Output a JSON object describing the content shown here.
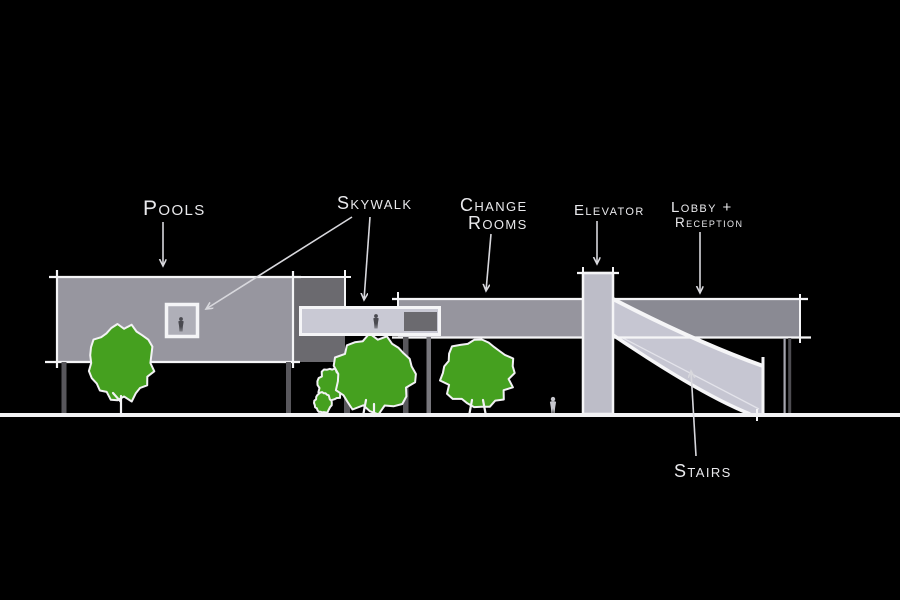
{
  "diagram": {
    "title": "building-elevation-sketch",
    "labels": {
      "pools": "Pools",
      "skywalk": "Skywalk",
      "change_rooms_line1": "Change",
      "change_rooms_line2": "Rooms",
      "elevator": "Elevator",
      "lobby_line1": "Lobby +",
      "lobby_line2": "Reception",
      "stairs": "Stairs"
    },
    "colors": {
      "background": "#000000",
      "building_mid_gray": "#97969f",
      "building_dark_gray": "#6b6a6f",
      "building_light_gray": "#c7c7d2",
      "lobby_section_gray": "#8a8a93",
      "elevator_gray": "#bdbdc8",
      "window_box_gray": "#afafb8",
      "outline_white": "#f5f5f7",
      "leader_line": "#d8d8dd",
      "tree_green": "#45a01f",
      "label_text": "#e9e9ec"
    },
    "icons": {
      "pools_box": "person-icon",
      "skywalk": "person-icon",
      "ground": "person-icon"
    }
  }
}
